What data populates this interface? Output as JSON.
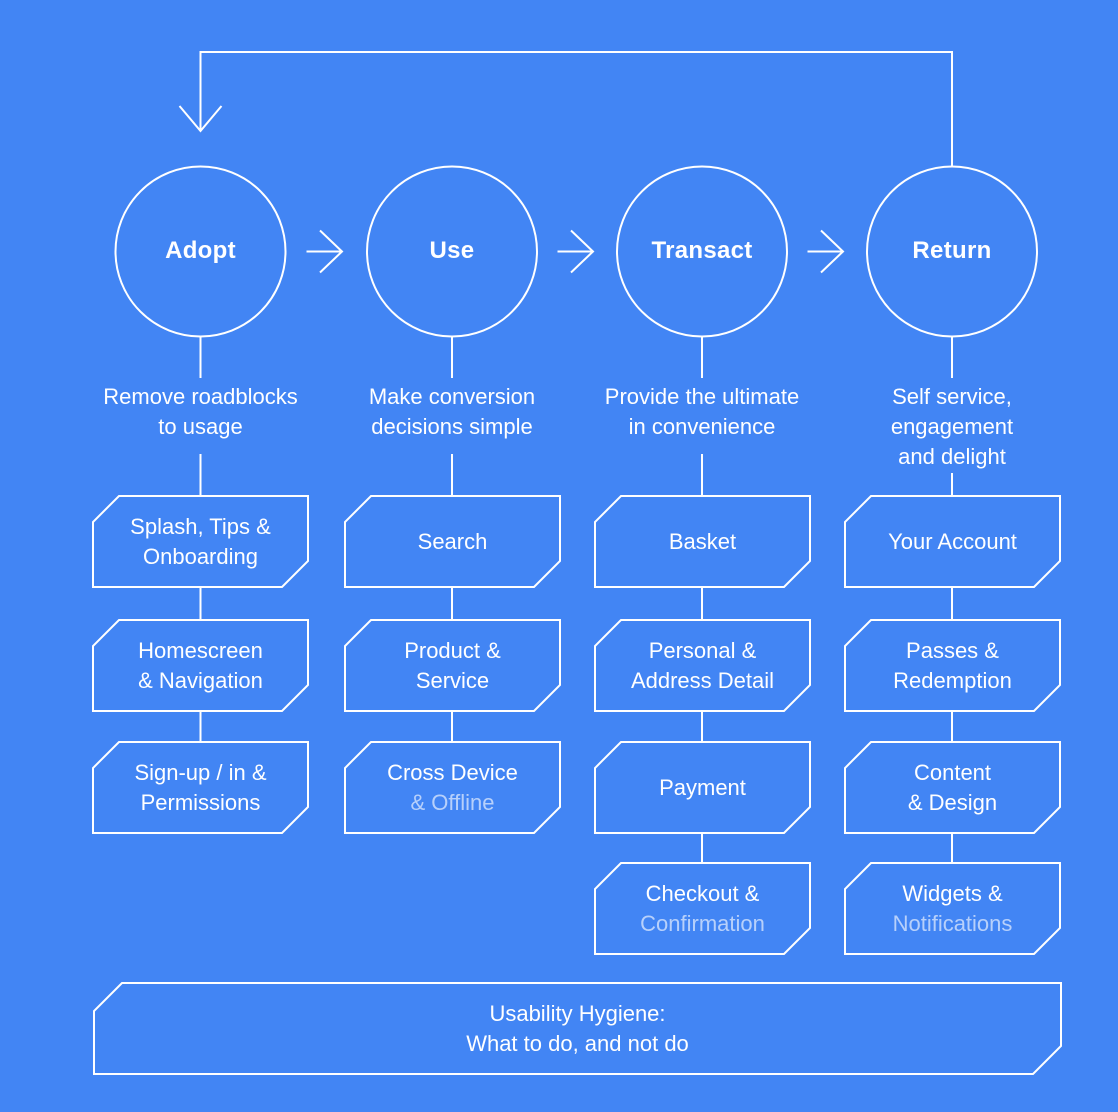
{
  "palette": {
    "background": "#4285F4",
    "line_and_text": "#FFFFFF",
    "muted_text": "rgba(255,255,255,0.62)"
  },
  "stages": [
    {
      "label": "Adopt",
      "description_lines": [
        "Remove roadblocks",
        "to usage"
      ],
      "steps": [
        {
          "lines": [
            {
              "text": "Splash, Tips &",
              "muted": false
            },
            {
              "text": "Onboarding",
              "muted": false
            }
          ]
        },
        {
          "lines": [
            {
              "text": "Homescreen",
              "muted": false
            },
            {
              "text": "& Navigation",
              "muted": false
            }
          ]
        },
        {
          "lines": [
            {
              "text": "Sign-up / in &",
              "muted": false
            },
            {
              "text": "Permissions",
              "muted": false
            }
          ]
        }
      ]
    },
    {
      "label": "Use",
      "description_lines": [
        "Make conversion",
        "decisions simple"
      ],
      "steps": [
        {
          "lines": [
            {
              "text": "Search",
              "muted": false
            }
          ]
        },
        {
          "lines": [
            {
              "text": "Product &",
              "muted": false
            },
            {
              "text": "Service",
              "muted": false
            }
          ]
        },
        {
          "lines": [
            {
              "text": "Cross Device",
              "muted": false
            },
            {
              "text": "& Offline",
              "muted": true
            }
          ]
        }
      ]
    },
    {
      "label": "Transact",
      "description_lines": [
        "Provide the ultimate",
        "in convenience"
      ],
      "steps": [
        {
          "lines": [
            {
              "text": "Basket",
              "muted": false
            }
          ]
        },
        {
          "lines": [
            {
              "text": "Personal &",
              "muted": false
            },
            {
              "text": "Address Detail",
              "muted": false
            }
          ]
        },
        {
          "lines": [
            {
              "text": "Payment",
              "muted": false
            }
          ]
        },
        {
          "lines": [
            {
              "text": "Checkout &",
              "muted": false
            },
            {
              "text": "Confirmation",
              "muted": true
            }
          ]
        }
      ]
    },
    {
      "label": "Return",
      "description_lines": [
        "Self service,",
        "engagement",
        "and delight"
      ],
      "steps": [
        {
          "lines": [
            {
              "text": "Your Account",
              "muted": false
            }
          ]
        },
        {
          "lines": [
            {
              "text": "Passes &",
              "muted": false
            },
            {
              "text": "Redemption",
              "muted": false
            }
          ]
        },
        {
          "lines": [
            {
              "text": "Content",
              "muted": false
            },
            {
              "text": "& Design",
              "muted": false
            }
          ]
        },
        {
          "lines": [
            {
              "text": "Widgets &",
              "muted": false
            },
            {
              "text": "Notifications",
              "muted": true
            }
          ]
        }
      ]
    }
  ],
  "footer": {
    "lines": [
      "Usability Hygiene:",
      "What to do, and not do"
    ]
  }
}
